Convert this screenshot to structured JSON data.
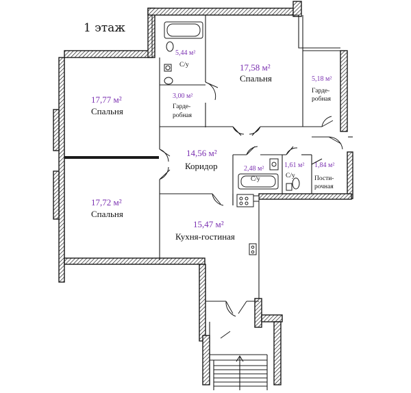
{
  "floor_title": "1 этаж",
  "rooms": {
    "bath_large": {
      "area": "5,44 м²",
      "name": "С/у"
    },
    "bedroom_top": {
      "area": "17,58 м²",
      "name": "Спальня"
    },
    "dressing_right": {
      "area": "5,18 м²",
      "name_line1": "Гарде-",
      "name_line2": "робная"
    },
    "bedroom_left_top": {
      "area": "17,77 м²",
      "name": "Спальня"
    },
    "dressing_small": {
      "area": "3,00 м²",
      "name_line1": "Гарде-",
      "name_line2": "робная"
    },
    "corridor": {
      "area": "14,56 м²",
      "name": "Коридор"
    },
    "bath_mid": {
      "area": "2,48 м²",
      "name": "С/у"
    },
    "wc_small": {
      "area": "1,61 м²",
      "name": "С/у"
    },
    "laundry": {
      "area": "1,84 м²",
      "name_line1": "Пости-",
      "name_line2": "рочная"
    },
    "bedroom_left_bottom": {
      "area": "17,72 м²",
      "name": "Спальня"
    },
    "kitchen_living": {
      "area": "15,47 м²",
      "name": "Кухня-гостиная"
    }
  },
  "colors": {
    "area_text": "#7a2fb0",
    "walls": "#1a1a1a",
    "background": "#ffffff"
  }
}
